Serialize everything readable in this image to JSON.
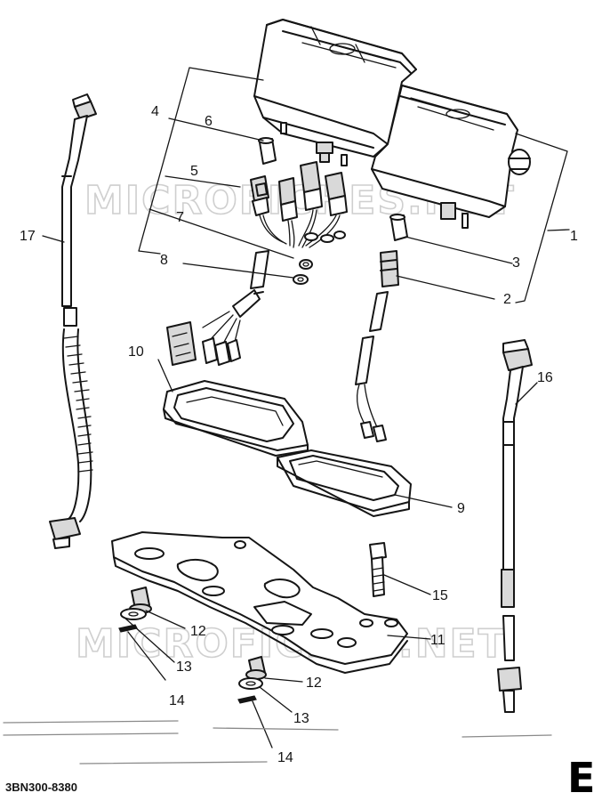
{
  "callouts": [
    "1",
    "2",
    "3",
    "4",
    "5",
    "6",
    "7",
    "8",
    "9",
    "10",
    "11",
    "12",
    "12",
    "13",
    "13",
    "14",
    "14",
    "15",
    "16",
    "17"
  ],
  "drawing_code": "3BN300-8380",
  "section_letter": "E",
  "watermarks": [
    "MICROFICHES.NET",
    "MICROFICHES.NET"
  ]
}
